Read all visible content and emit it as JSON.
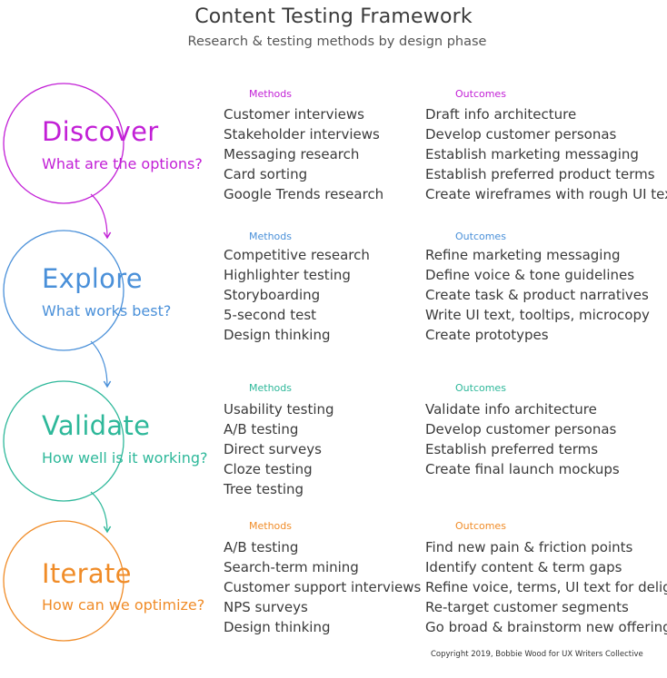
{
  "header": {
    "title": "Content Testing Framework",
    "subtitle": "Research & testing methods by design phase"
  },
  "phases": [
    {
      "name": "Discover",
      "question": "What are the options?",
      "color": "#c21fd6",
      "methods_heading": "Methods",
      "outcomes_heading": "Outcomes",
      "methods": [
        "Customer interviews",
        "Stakeholder interviews",
        "Messaging research",
        "Card sorting",
        "Google Trends research"
      ],
      "outcomes": [
        "Draft info architecture",
        "Develop customer personas",
        "Establish marketing messaging",
        "Establish preferred product terms",
        "Create wireframes with rough UI text"
      ]
    },
    {
      "name": "Explore",
      "question": "What works best?",
      "color": "#4a90d9",
      "methods_heading": "Methods",
      "outcomes_heading": "Outcomes",
      "methods": [
        "Competitive research",
        "Highlighter testing",
        "Storyboarding",
        "5-second test",
        "Design thinking"
      ],
      "outcomes": [
        "Refine marketing messaging",
        "Define voice & tone guidelines",
        "Create task & product narratives",
        "Write UI text, tooltips, microcopy",
        "Create prototypes"
      ]
    },
    {
      "name": "Validate",
      "question": "How well is it working?",
      "color": "#2eb89a",
      "methods_heading": "Methods",
      "outcomes_heading": "Outcomes",
      "methods": [
        "Usability testing",
        "A/B testing",
        "Direct surveys",
        "Cloze testing",
        "Tree testing"
      ],
      "outcomes": [
        "Validate info architecture",
        "Develop customer personas",
        "Establish preferred terms",
        "Create final launch mockups"
      ]
    },
    {
      "name": "Iterate",
      "question": "How can we optimize?",
      "color": "#f08c28",
      "methods_heading": "Methods",
      "outcomes_heading": "Outcomes",
      "methods": [
        "A/B testing",
        "Search-term mining",
        "Customer support interviews",
        "NPS surveys",
        "Design thinking"
      ],
      "outcomes": [
        "Find new pain & friction points",
        "Identify content & term gaps",
        "Refine voice, terms, UI text for delight",
        "Re-target customer segments",
        "Go broad & brainstorm new offerings"
      ]
    }
  ],
  "footer": {
    "copyright": "Copyright 2019, Bobbie Wood for UX Writers Collective"
  }
}
